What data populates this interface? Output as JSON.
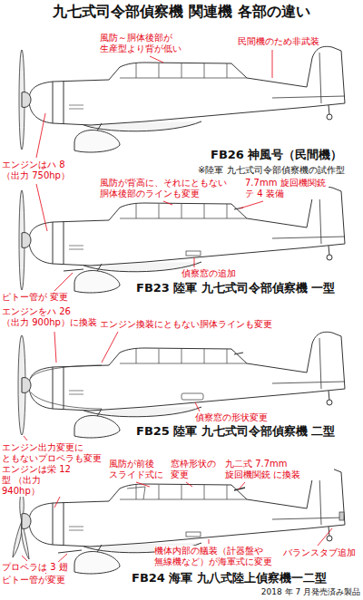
{
  "diagram": {
    "title": "九七式司令部偵察機 関連機 各部の違い",
    "labels": [
      "風防～胴体後部が 生産型より背が低い",
      "民間機のため非武装",
      "FB26 神風号（民間機）",
      "※陸軍 九七式司令部偵察機の試作型",
      "エンジンはハ 8 （出力 750hp）",
      "風防が背高に、それにともない 胴体後部のラインも変更",
      "7.7mm 旋回機関銃 テ 4 装備",
      "ピトー管が 変更",
      "偵察窓の追加",
      "FB23 陸軍 九七式司令部偵察機 一型",
      "エンジンをハ 26 （出力 900hp）に換装",
      "エンジン換装にともない胴体ラインも変更",
      "偵察窓の形状変更",
      "エンジン出力変更に ともないプロペラも変更",
      "FB25 陸軍 九七式司令部偵察機 二型",
      "エンジンは栄 12 型 （出力 940hp）",
      "風防が前後 スライド式に",
      "窓枠形状の 変更",
      "九二式 7.7mm 旋回機関銃 に換装",
      "プロペラは 3 翅",
      "ピトー管が変更",
      "機体内部の艤装（計器盤や 無線機など）が海軍式に変更",
      "バランスタブ追加",
      "FB24 海軍 九八式陸上偵察機一二型",
      "2018 年 7 月発売済み製品"
    ]
  }
}
